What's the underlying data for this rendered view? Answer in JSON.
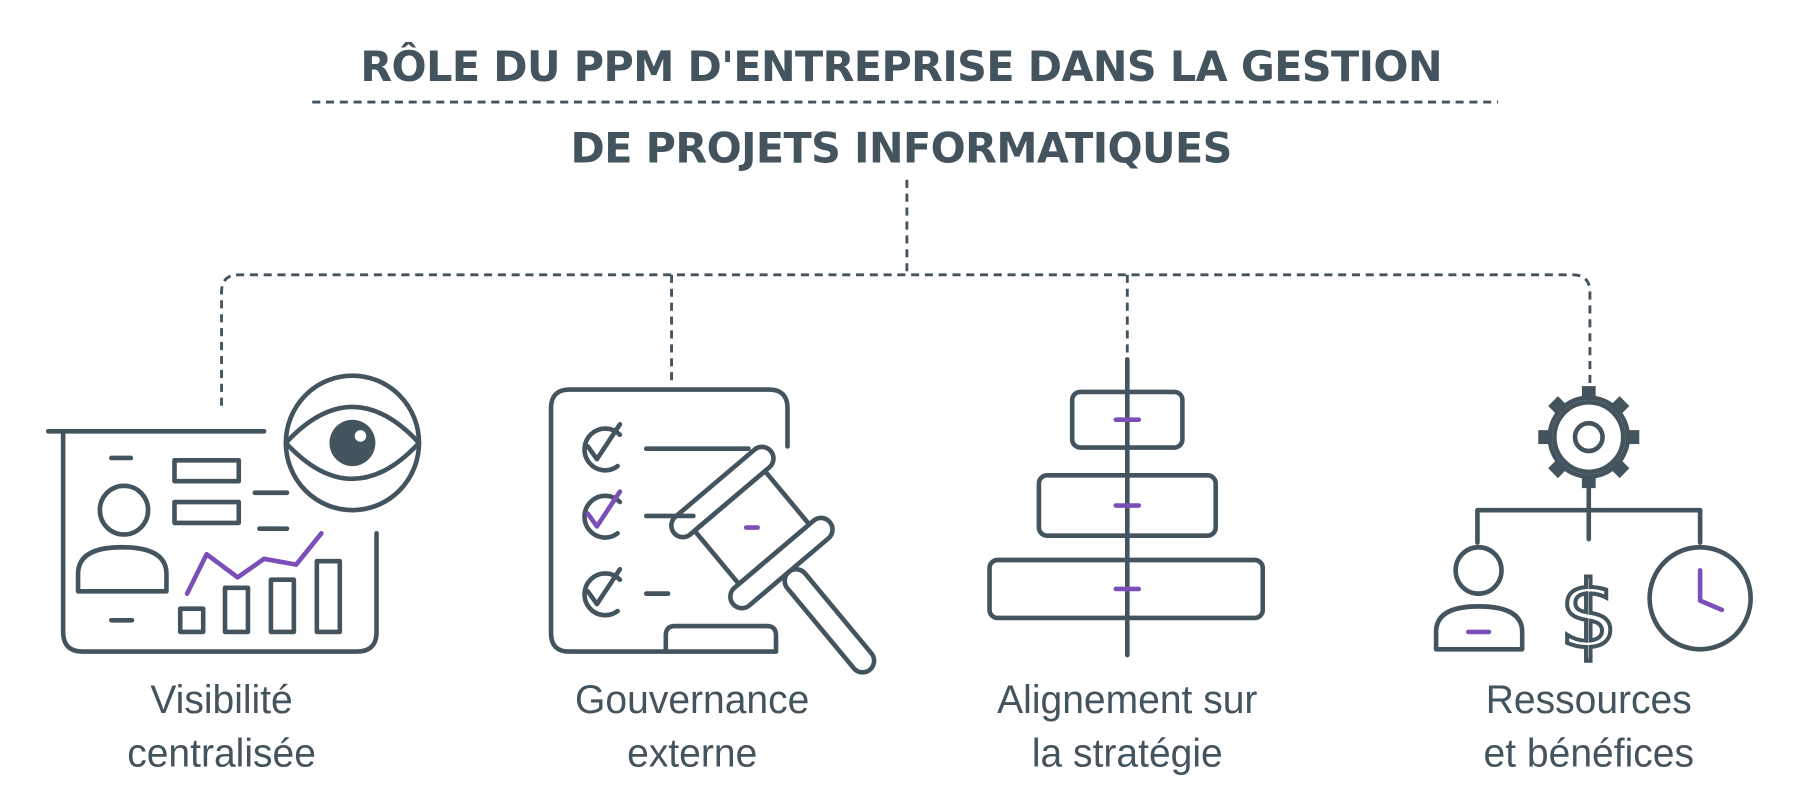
{
  "title": {
    "line1": "RÔLE DU PPM D'ENTREPRISE DANS LA GESTION",
    "line2": "DE PROJETS INFORMATIQUES"
  },
  "colors": {
    "primary": "#44545e",
    "accent": "#7b4fb8"
  },
  "items": [
    {
      "icon": "dashboard-eye-icon",
      "line1": "Visibilité",
      "line2": "centralisée"
    },
    {
      "icon": "checklist-gavel-icon",
      "line1": "Gouvernance",
      "line2": "externe"
    },
    {
      "icon": "alignment-stack-icon",
      "line1": "Alignement sur",
      "line2": "la stratégie"
    },
    {
      "icon": "gear-resources-icon",
      "line1": "Ressources",
      "line2": "et bénéfices",
      "dollar": "$"
    }
  ]
}
